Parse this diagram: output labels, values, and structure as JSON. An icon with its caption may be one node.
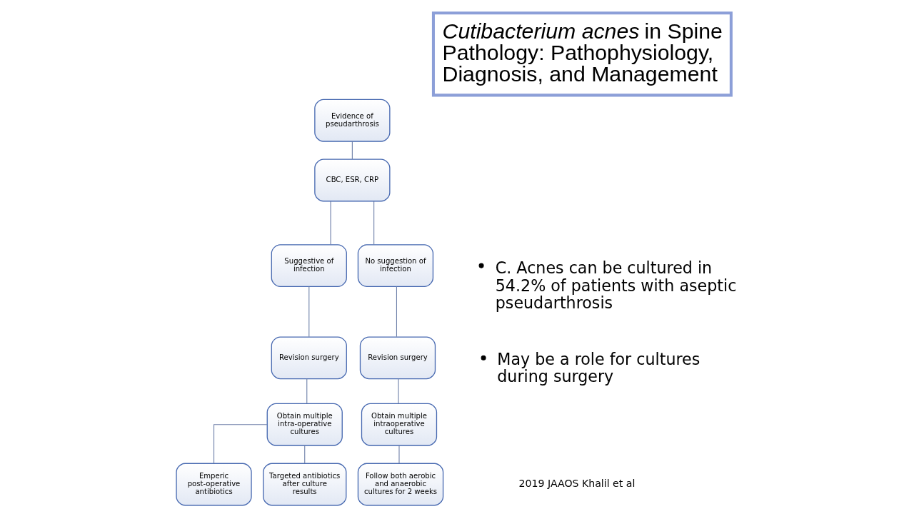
{
  "diagram": {
    "title": "*Cutibacterium acnes* in Spine Pathology: Pathophysiology, Diagnosis, and Management",
    "nodes": [
      {
        "text": [
          "Evidence of pseudarthrosis"
        ]
      },
      {
        "text": [
          "CBC, ESR, CRP"
        ]
      },
      {
        "text": [
          "Suggestive of infection"
        ]
      },
      {
        "text": [
          "No suggestion of infection"
        ]
      },
      {
        "text": [
          "Revision surgery"
        ]
      },
      {
        "text": [
          "Revision surgery"
        ]
      },
      {
        "text": [
          "Obtain multiple intra-operative cultures"
        ]
      },
      {
        "text": [
          "Obtain multiple intraoperative cultures"
        ]
      },
      {
        "text": [
          "Emperic post-operative antibiotics"
        ]
      },
      {
        "text": [
          "Targeted antibiotics after culture results"
        ]
      },
      {
        "text": [
          "Follow both aerobic and anaerobic cultures for 2 weeks"
        ]
      }
    ],
    "edges": [
      {
        "from": 0,
        "to": 1,
        "arrow": "none"
      },
      {
        "from": 1,
        "to": 2,
        "arrow": "none"
      },
      {
        "from": 1,
        "to": 3,
        "arrow": "none"
      },
      {
        "from": 2,
        "to": 4,
        "arrow": "none"
      },
      {
        "from": 3,
        "to": 5,
        "arrow": "none"
      },
      {
        "from": 4,
        "to": 6,
        "arrow": "none"
      },
      {
        "from": 5,
        "to": 7,
        "arrow": "none"
      },
      {
        "from": 6,
        "to": 8,
        "arrow": "none"
      },
      {
        "from": 6,
        "to": 9,
        "arrow": "none"
      },
      {
        "from": 7,
        "to": 10,
        "arrow": "none"
      }
    ],
    "labels": [
      "C. Acnes can be cultured in 54.2% of patients with aseptic pseudarthrosis",
      "May be a role for cultures during surgery",
      "2019 JAAOS Khalil et al"
    ]
  }
}
